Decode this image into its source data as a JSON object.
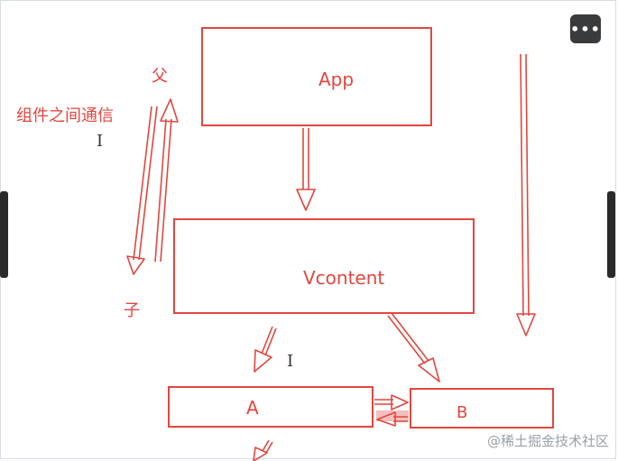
{
  "diagram": {
    "nodes": {
      "app": "App",
      "vcontent": "Vcontent",
      "a": "A",
      "b": "B"
    },
    "labels": {
      "title": "组件之间通信",
      "parent": "父",
      "child": "子"
    }
  },
  "overlay": {
    "more_button": "•••",
    "watermark": "@稀土掘金技术社区",
    "cursor_glyph": "I"
  },
  "colors": {
    "accent": "#e0473f",
    "watermark": "#9aa0a6"
  },
  "icons": [
    "more-icon",
    "text-cursor-icon"
  ]
}
